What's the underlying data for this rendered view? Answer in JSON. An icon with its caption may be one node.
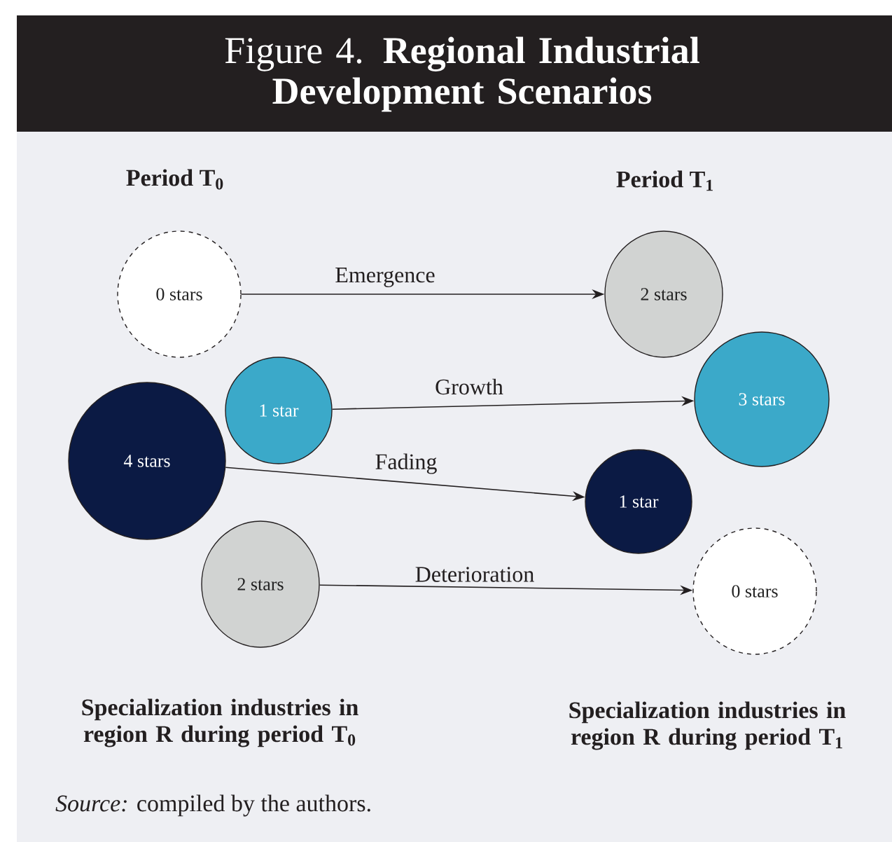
{
  "diagram": {
    "title": "Figure 4. **Regional Industrial Development Scenarios**",
    "nodes": [
      {
        "text": [
          "0 stars"
        ]
      },
      {
        "text": [
          "2 stars"
        ]
      },
      {
        "text": [
          "1 star"
        ]
      },
      {
        "text": [
          "3 stars"
        ]
      },
      {
        "text": [
          "4 stars"
        ]
      },
      {
        "text": [
          "1 star"
        ]
      },
      {
        "text": [
          "2 stars"
        ]
      },
      {
        "text": [
          "0 stars"
        ]
      }
    ],
    "edges": [
      {
        "from": 0,
        "to": 1,
        "arrow": "to",
        "label": "Emergence"
      },
      {
        "from": 2,
        "to": 3,
        "arrow": "to",
        "label": "Growth"
      },
      {
        "from": 4,
        "to": 5,
        "arrow": "to",
        "label": "Fading"
      },
      {
        "from": 6,
        "to": 7,
        "arrow": "to",
        "label": "Deterioration"
      }
    ],
    "labels": [
      "Period T$_{0}$",
      "Period T$_{1}$",
      "Specialization industries in region R during period T$_{0}$",
      "Specialization industries in region R during period T$_{1}$"
    ],
    "caption": "*Source:* compiled by the authors."
  }
}
